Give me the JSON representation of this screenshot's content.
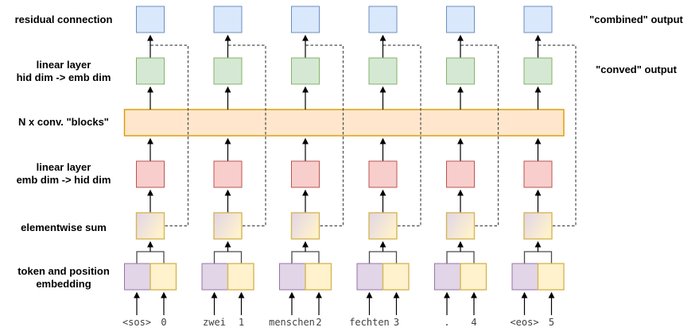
{
  "diagram": {
    "left_labels": [
      {
        "lines": [
          "residual connection"
        ]
      },
      {
        "lines": [
          "linear layer",
          "hid dim -> emb dim"
        ]
      },
      {
        "lines": [
          "N x conv. \"blocks\""
        ]
      },
      {
        "lines": [
          "linear layer",
          "emb dim -> hid dim"
        ]
      },
      {
        "lines": [
          "elementwise sum"
        ]
      },
      {
        "lines": [
          "token and position",
          "embedding"
        ]
      }
    ],
    "right_labels": [
      {
        "text": "\"combined\" output"
      },
      {
        "text": "\"conved\" output"
      }
    ],
    "tokens": [
      {
        "word": "<sos>",
        "index": "0"
      },
      {
        "word": "zwei",
        "index": "1"
      },
      {
        "word": "menschen",
        "index": "2"
      },
      {
        "word": "fechten",
        "index": "3"
      },
      {
        "word": ".",
        "index": "4"
      },
      {
        "word": "<eos>",
        "index": "5"
      }
    ],
    "colors": {
      "combined_fill": "#dae8fc",
      "combined_stroke": "#6c8ebf",
      "conved_fill": "#d5e8d4",
      "conved_stroke": "#82b366",
      "conv_bar_fill": "#ffe6cc",
      "conv_bar_stroke": "#d79b00",
      "linear_fill": "#f8cecc",
      "linear_stroke": "#b85450",
      "sum_stroke": "#d6b656",
      "sum_gradient_start": "#e1d5e7",
      "sum_gradient_end": "#fff2cc",
      "token_fill": "#e1d5e7",
      "token_stroke": "#9673a6",
      "position_fill": "#fff2cc",
      "position_stroke": "#d6b656",
      "arrow": "#000000",
      "dashed": "#4d4d4d",
      "bracket": "#4a4a4a",
      "token_text": "#404040",
      "label_text": "#000000"
    }
  }
}
